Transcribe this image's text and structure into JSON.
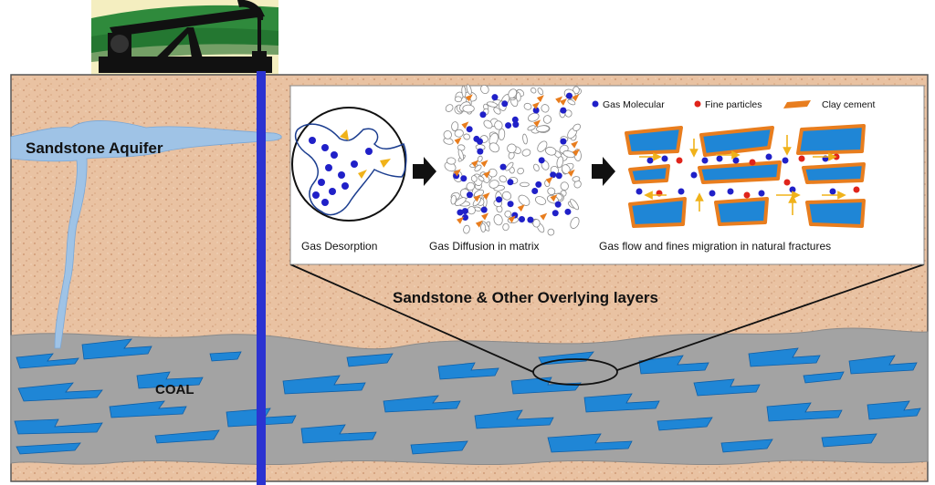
{
  "labels": {
    "aquifer": "Sandstone Aquifer",
    "overlying": "Sandstone & Other Overlying layers",
    "coal": "COAL"
  },
  "inset": {
    "legend": {
      "gas": "Gas Molecular",
      "fine": "Fine particles",
      "clay": "Clay cement"
    },
    "captions": {
      "desorption": "Gas Desorption",
      "diffusion": "Gas Diffusion in matrix",
      "flow": "Gas flow and fines migration in natural fractures"
    }
  },
  "colors": {
    "sand": "#e9c2a2",
    "coal": "#a3a3a3",
    "fracture": "#1f86d6",
    "well": "#2b33d1",
    "aquifer": "#9fc3e6",
    "gas": "#2020c8",
    "fine": "#e0241b",
    "clay": "#e87d1e"
  },
  "icons": {
    "pumpjack": "pumpjack-icon",
    "arrow": "right-arrow-icon"
  }
}
